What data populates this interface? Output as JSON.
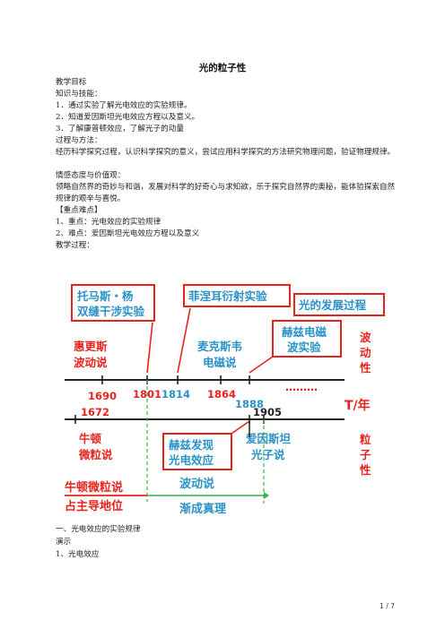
{
  "doc": {
    "title": "光的粒子性",
    "lines": [
      "教学目标",
      "知识与技能：",
      "1．通过实验了解光电效应的实验规律。",
      "2．知道爱因斯坦光电效应方程以及意义。",
      "3．了解康普顿效应，了解光子的动量",
      "过程与方法：",
      "经历科学探究过程，认识科学探究的意义，尝试应用科学探究的方法研究物理问题，验证物理规律。",
      "情感态度与价值观：",
      "领略自然界的奇妙与和谐，发展对科学的好奇心与求知欲，乐于探究自然界的奥秘，能体验探索自然规律的艰辛与喜悦。",
      "【重点难点】",
      "1、重点：光电效应的实验规律",
      "2、难点：爱因斯坦光电效应方程以及意义",
      "教学过程："
    ],
    "after": [
      "一、光电效应的实验规律",
      "演示",
      "1、光电效应"
    ],
    "page_number": "1 / 7"
  },
  "diagram": {
    "box_young_1": "托马斯・杨",
    "box_young_2": "双缝干涉实验",
    "box_fresnel": "菲涅耳衍射实验",
    "box_history": "光的发展过程",
    "box_hertz_wave_1": "赫兹电磁",
    "box_hertz_wave_2": "波实验",
    "huygens_1": "惠更斯",
    "huygens_2": "波动说",
    "maxwell_1": "麦克斯韦",
    "maxwell_2": "电磁说",
    "wave_side_1": "波",
    "wave_side_2": "动",
    "wave_side_3": "性",
    "year_1690": "1690",
    "year_1672": "1672",
    "year_1801": "1801",
    "year_1814": "1814",
    "year_1864": "1864",
    "year_1888": "1888",
    "year_1905": "1905",
    "dots": "………",
    "axis_label": "T/年",
    "newton_1": "牛顿",
    "newton_2": "微粒说",
    "box_hertz_photo_1": "赫兹发现",
    "box_hertz_photo_2": "光电效应",
    "einstein_1": "爱因斯坦",
    "einstein_2": "光子说",
    "particle_side_1": "粒",
    "particle_side_2": "子",
    "particle_side_3": "性",
    "newton_dom_1": "牛顿微粒说",
    "newton_dom_2": "占主导地位",
    "wave_theory": "波动说",
    "truth": "渐成真理",
    "colors": {
      "red": "#e8231c",
      "blue": "#2a92c6",
      "green": "#38b44a",
      "dark": "#222222"
    }
  }
}
